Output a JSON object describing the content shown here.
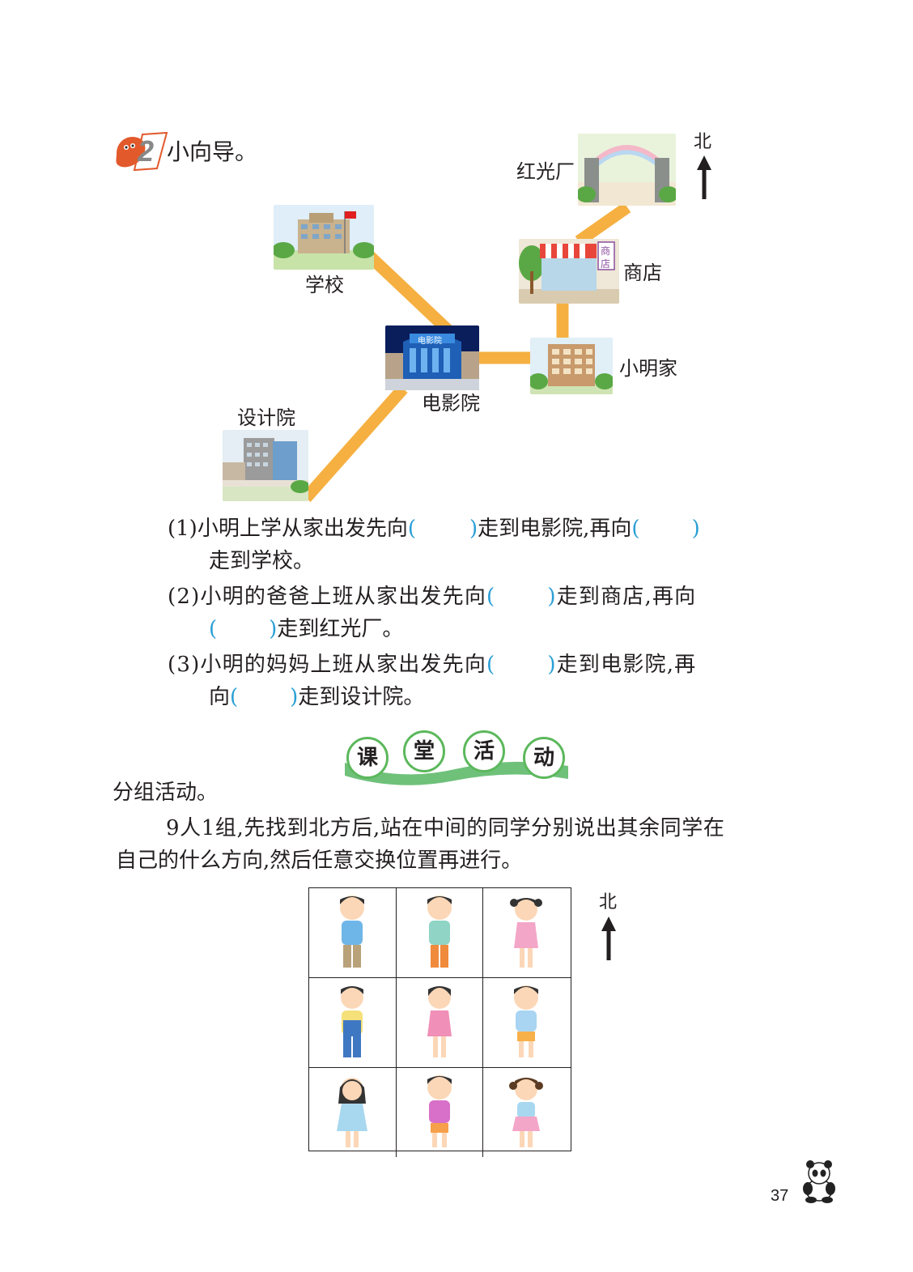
{
  "problem": {
    "number": "2",
    "title": "小向导。"
  },
  "map": {
    "north_label": "北",
    "places": {
      "factory": "红光厂",
      "school": "学校",
      "shop": "商店",
      "cinema": "电影院",
      "home": "小明家",
      "design": "设计院"
    },
    "shop_sign": [
      "商",
      "店"
    ],
    "cinema_sign": "电影院"
  },
  "questions": [
    {
      "line1": [
        "(1)小明上学从家出发先向",
        "(",
        ")",
        "走到电影院,再向",
        "(",
        ")"
      ],
      "line2": [
        "走到学校。"
      ]
    },
    {
      "line1": [
        "(2)小明的爸爸上班从家出发先向",
        "(",
        ")",
        "走到商店,再向"
      ],
      "line2": [
        "(",
        ")",
        "走到红光厂。"
      ]
    },
    {
      "line1": [
        "(3)小明的妈妈上班从家出发先向",
        "(",
        ")",
        "走到电影院,再"
      ],
      "line2": [
        "向",
        "(",
        ")",
        "走到设计院。"
      ]
    }
  ],
  "activity": {
    "banner": [
      "课",
      "堂",
      "活",
      "动"
    ],
    "heading": "分组活动。",
    "para_line1": "9人1组,先找到北方后,站在中间的同学分别说出其余同学在",
    "para_line2": "自己的什么方向,然后任意交换位置再进行。",
    "north_label": "北"
  },
  "page_number": "37",
  "colors": {
    "road": "#f5b041",
    "blank_paren": "#2a9fd6",
    "badge": "#e2592b",
    "banner_green": "#5cb85c"
  }
}
